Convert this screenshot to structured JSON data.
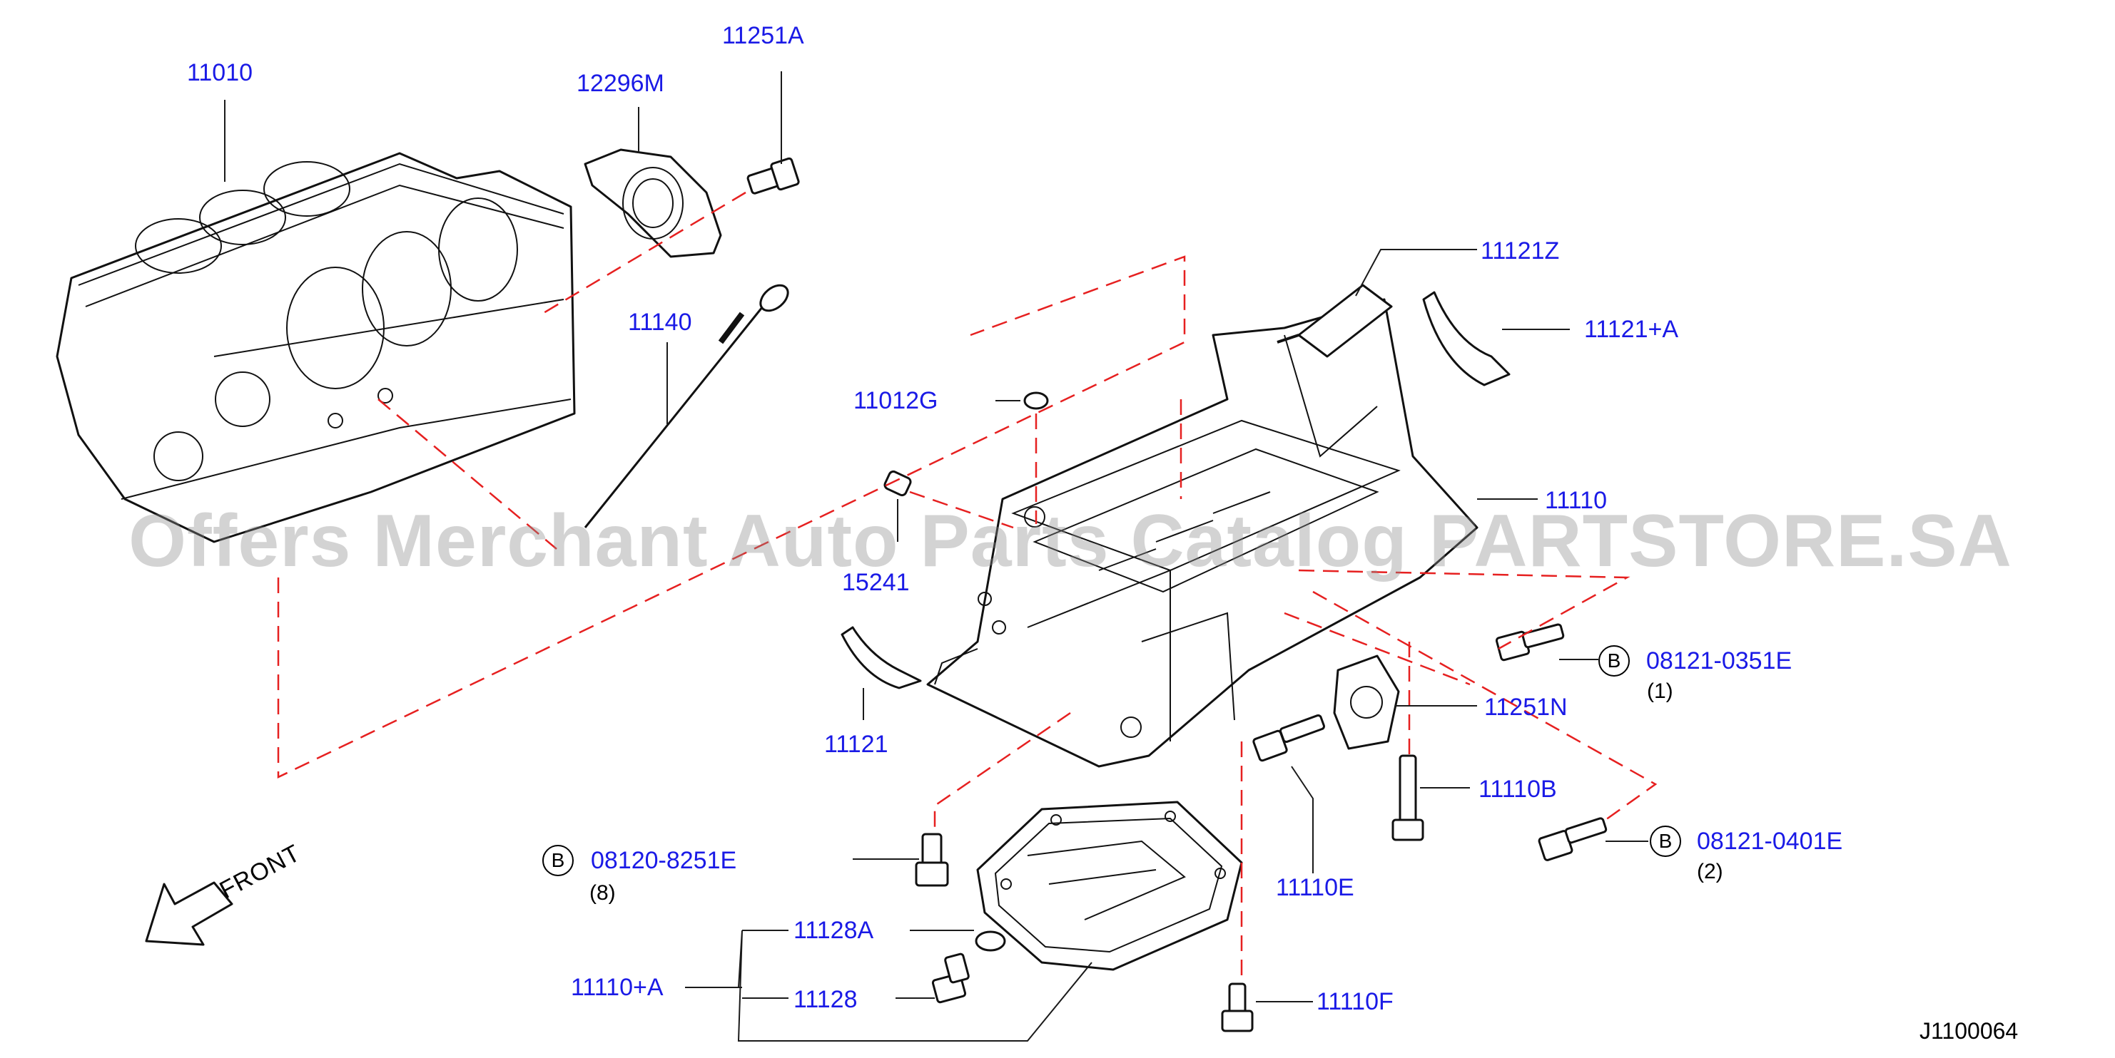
{
  "parts": {
    "p11010": "11010",
    "p12296M": "12296M",
    "p11251A": "11251A",
    "p11140": "11140",
    "p11121Z": "11121Z",
    "p11121A": "11121+A",
    "p11012G": "11012G",
    "p11110": "11110",
    "p15241": "15241",
    "p11121": "11121",
    "p08121_0351E": "08121-0351E",
    "p11251N": "11251N",
    "p11110B": "11110B",
    "p08121_0401E": "08121-0401E",
    "p08120_8251E": "08120-8251E",
    "p11110E": "11110E",
    "p11128A": "11128A",
    "p11110A": "11110+A",
    "p11128": "11128",
    "p11110F": "11110F"
  },
  "callouts": {
    "b1_letter": "B",
    "b1_qty": "(1)",
    "b2_letter": "B",
    "b2_qty": "(2)",
    "b3_letter": "B",
    "b3_qty": "(8)"
  },
  "front_label": "FRONT",
  "diagram_code": "J1100064",
  "watermark": "Offers Merchant Auto Parts Catalog PARTSTORE.SA",
  "colors": {
    "part_link": "#1a1ae6",
    "dash_line": "#e62020",
    "outline": "#111111"
  }
}
